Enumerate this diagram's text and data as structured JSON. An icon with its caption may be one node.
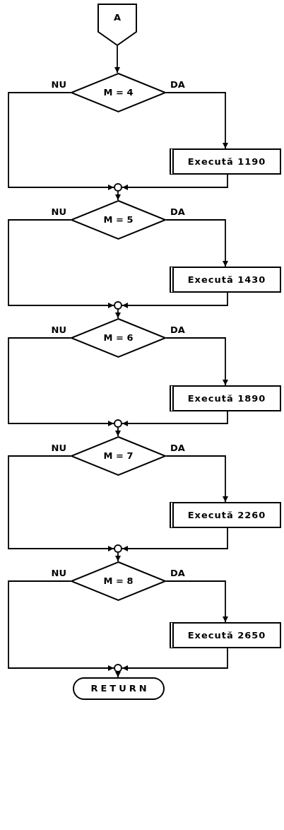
{
  "diagram": {
    "nodes": [
      {
        "text": [
          "A"
        ]
      },
      {
        "text": [
          "M = 4"
        ]
      },
      {
        "text": [
          "Execută 1190"
        ]
      },
      {
        "text": [],
        "shape": "circle"
      },
      {
        "text": [
          "M = 5"
        ]
      },
      {
        "text": [
          "Execută 1430"
        ]
      },
      {
        "text": [],
        "shape": "circle"
      },
      {
        "text": [
          "M = 6"
        ]
      },
      {
        "text": [
          "Execută 1890"
        ]
      },
      {
        "text": [],
        "shape": "circle"
      },
      {
        "text": [
          "M = 7"
        ]
      },
      {
        "text": [
          "Execută 2260"
        ]
      },
      {
        "text": [],
        "shape": "circle"
      },
      {
        "text": [
          "M = 8"
        ]
      },
      {
        "text": [
          "Execută 2650"
        ]
      },
      {
        "text": [],
        "shape": "circle"
      },
      {
        "text": [
          "RETURN"
        ]
      }
    ],
    "edges": [
      {
        "from": 0,
        "to": 1,
        "arrow": "to"
      },
      {
        "from": 1,
        "to": 2,
        "label": "DA",
        "arrow": "to"
      },
      {
        "from": 1,
        "to": 3,
        "label": "NU",
        "arrow": "to"
      },
      {
        "from": 2,
        "to": 3,
        "arrow": "to"
      },
      {
        "from": 3,
        "to": 4,
        "arrow": "to"
      },
      {
        "from": 4,
        "to": 5,
        "label": "DA",
        "arrow": "to"
      },
      {
        "from": 4,
        "to": 6,
        "label": "NU",
        "arrow": "to"
      },
      {
        "from": 5,
        "to": 6,
        "arrow": "to"
      },
      {
        "from": 6,
        "to": 7,
        "arrow": "to"
      },
      {
        "from": 7,
        "to": 8,
        "label": "DA",
        "arrow": "to"
      },
      {
        "from": 7,
        "to": 9,
        "label": "NU",
        "arrow": "to"
      },
      {
        "from": 8,
        "to": 9,
        "arrow": "to"
      },
      {
        "from": 9,
        "to": 10,
        "arrow": "to"
      },
      {
        "from": 10,
        "to": 11,
        "label": "DA",
        "arrow": "to"
      },
      {
        "from": 10,
        "to": 12,
        "label": "NU",
        "arrow": "to"
      },
      {
        "from": 11,
        "to": 12,
        "arrow": "to"
      },
      {
        "from": 12,
        "to": 13,
        "arrow": "to"
      },
      {
        "from": 13,
        "to": 14,
        "label": "DA",
        "arrow": "to"
      },
      {
        "from": 13,
        "to": 15,
        "label": "NU",
        "arrow": "to"
      },
      {
        "from": 14,
        "to": 15,
        "arrow": "to"
      },
      {
        "from": 15,
        "to": 16,
        "arrow": "to"
      }
    ]
  }
}
